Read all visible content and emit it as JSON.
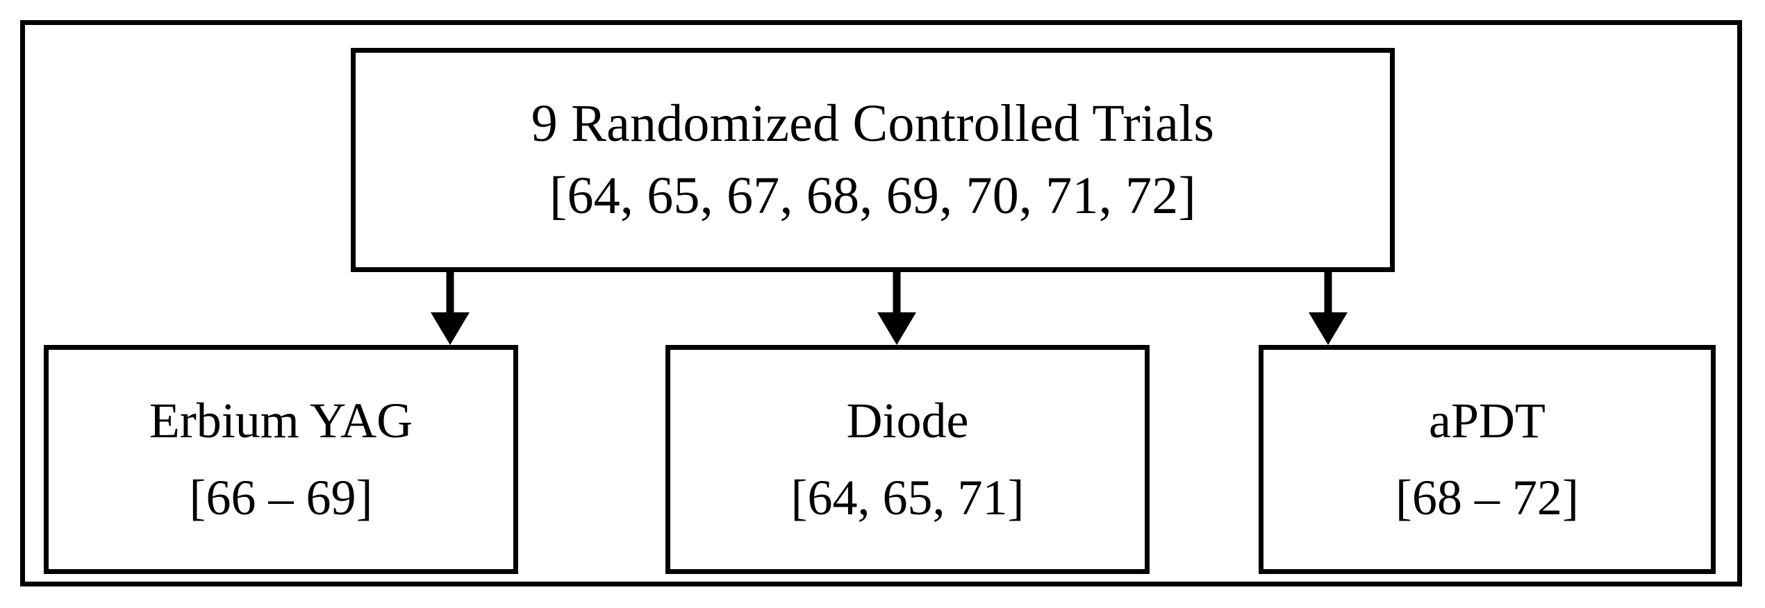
{
  "diagram": {
    "title": "9 Randomized Controlled Trials",
    "type": "flowchart",
    "root": {
      "label": "9 Randomized Controlled Trials",
      "references": "[64, 65, 67, 68, 69, 70, 71, 72]"
    },
    "branches": [
      {
        "id": "erbium-yag",
        "label": "Erbium YAG",
        "references": "[66 – 69]"
      },
      {
        "id": "diode",
        "label": "Diode",
        "references": "[64, 65, 71]"
      },
      {
        "id": "apdt",
        "label": "aPDT",
        "references": "[68 – 72]"
      }
    ],
    "connectors": [
      {
        "from": "root",
        "to": "erbium-yag",
        "style": "arrow-down"
      },
      {
        "from": "root",
        "to": "diode",
        "style": "arrow-down"
      },
      {
        "from": "root",
        "to": "apdt",
        "style": "arrow-down"
      }
    ],
    "colors": {
      "stroke": "#000000",
      "fill": "#ffffff",
      "text": "#000000"
    }
  }
}
